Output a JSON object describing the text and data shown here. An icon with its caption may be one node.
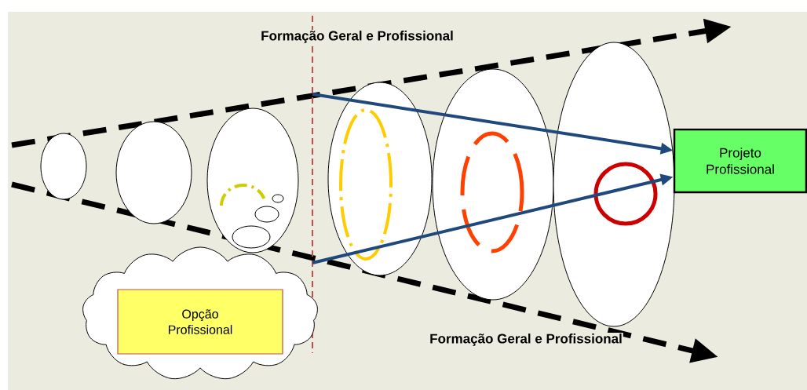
{
  "diagram": {
    "nodes": [
      {
        "text": [],
        "shape": "ellipse"
      },
      {
        "text": [],
        "shape": "ellipse"
      },
      {
        "text": [],
        "shape": "ellipse"
      },
      {
        "text": [],
        "shape": "ellipse"
      },
      {
        "text": [],
        "shape": "ellipse",
        "in": 3
      },
      {
        "text": [],
        "shape": "ellipse"
      },
      {
        "text": [],
        "shape": "ellipse",
        "in": 5
      },
      {
        "text": [],
        "shape": "ellipse"
      },
      {
        "text": [],
        "shape": "circle",
        "in": 7
      },
      {
        "text": [],
        "shape": "cloud"
      },
      {
        "text": [
          "Opção Profissional"
        ],
        "in": 9
      },
      {
        "text": [
          "Projeto Profissional"
        ]
      }
    ],
    "edges": [
      {
        "from": null,
        "to": 11,
        "arrow": "to"
      },
      {
        "from": null,
        "to": 11,
        "arrow": "to"
      }
    ],
    "labels": [
      "Formação Geral e Profissional",
      "Formação Geral e Profissional"
    ]
  }
}
